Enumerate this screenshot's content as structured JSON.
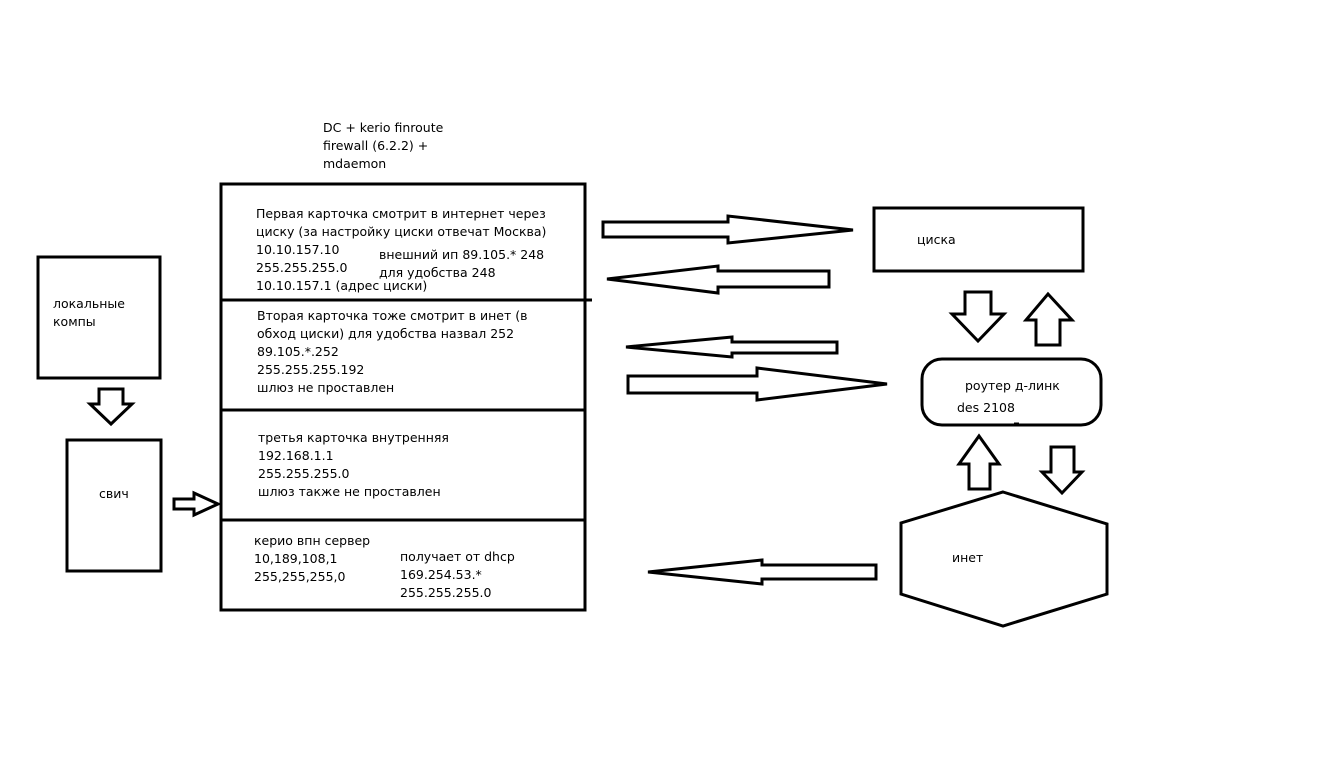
{
  "server": {
    "title": [
      "DC + kerio finroute",
      "firewall (6.2.2) +",
      "mdaemon"
    ],
    "card1": {
      "desc": [
        "Первая карточка смотрит в интернет через",
        "циску (за настройку циски отвечат Москва)"
      ],
      "ip": "10.10.157.10",
      "mask": "255.255.255.0",
      "gateway": "10.10.157.1 (адрес циски)",
      "external": [
        "внешний ип 89.105.* 248",
        "для удобства 248"
      ]
    },
    "card2": {
      "desc": [
        "Вторая карточка тоже смотрит в инет (в",
        "обход циски) для удобства назвал 252"
      ],
      "ip": "89.105.*.252",
      "mask": "255.255.255.192",
      "gateway": "шлюз не проставлен"
    },
    "card3": {
      "desc": "третья карточка внутренняя",
      "ip": "192.168.1.1",
      "mask": "255.255.255.0",
      "gateway": "шлюз также не проставлен"
    },
    "card4": {
      "title": "керио впн сервер",
      "ip": "10,189,108,1",
      "mask": "255,255,255,0",
      "dhcp": [
        "получает от dhcp",
        "169.254.53.*",
        "255.255.255.0"
      ]
    }
  },
  "nodes": {
    "local": [
      "локальные",
      "компы"
    ],
    "switch": "свич",
    "cisco": "циска",
    "router": [
      "роутер д-линк",
      "des 2108"
    ],
    "inet": "инет"
  }
}
